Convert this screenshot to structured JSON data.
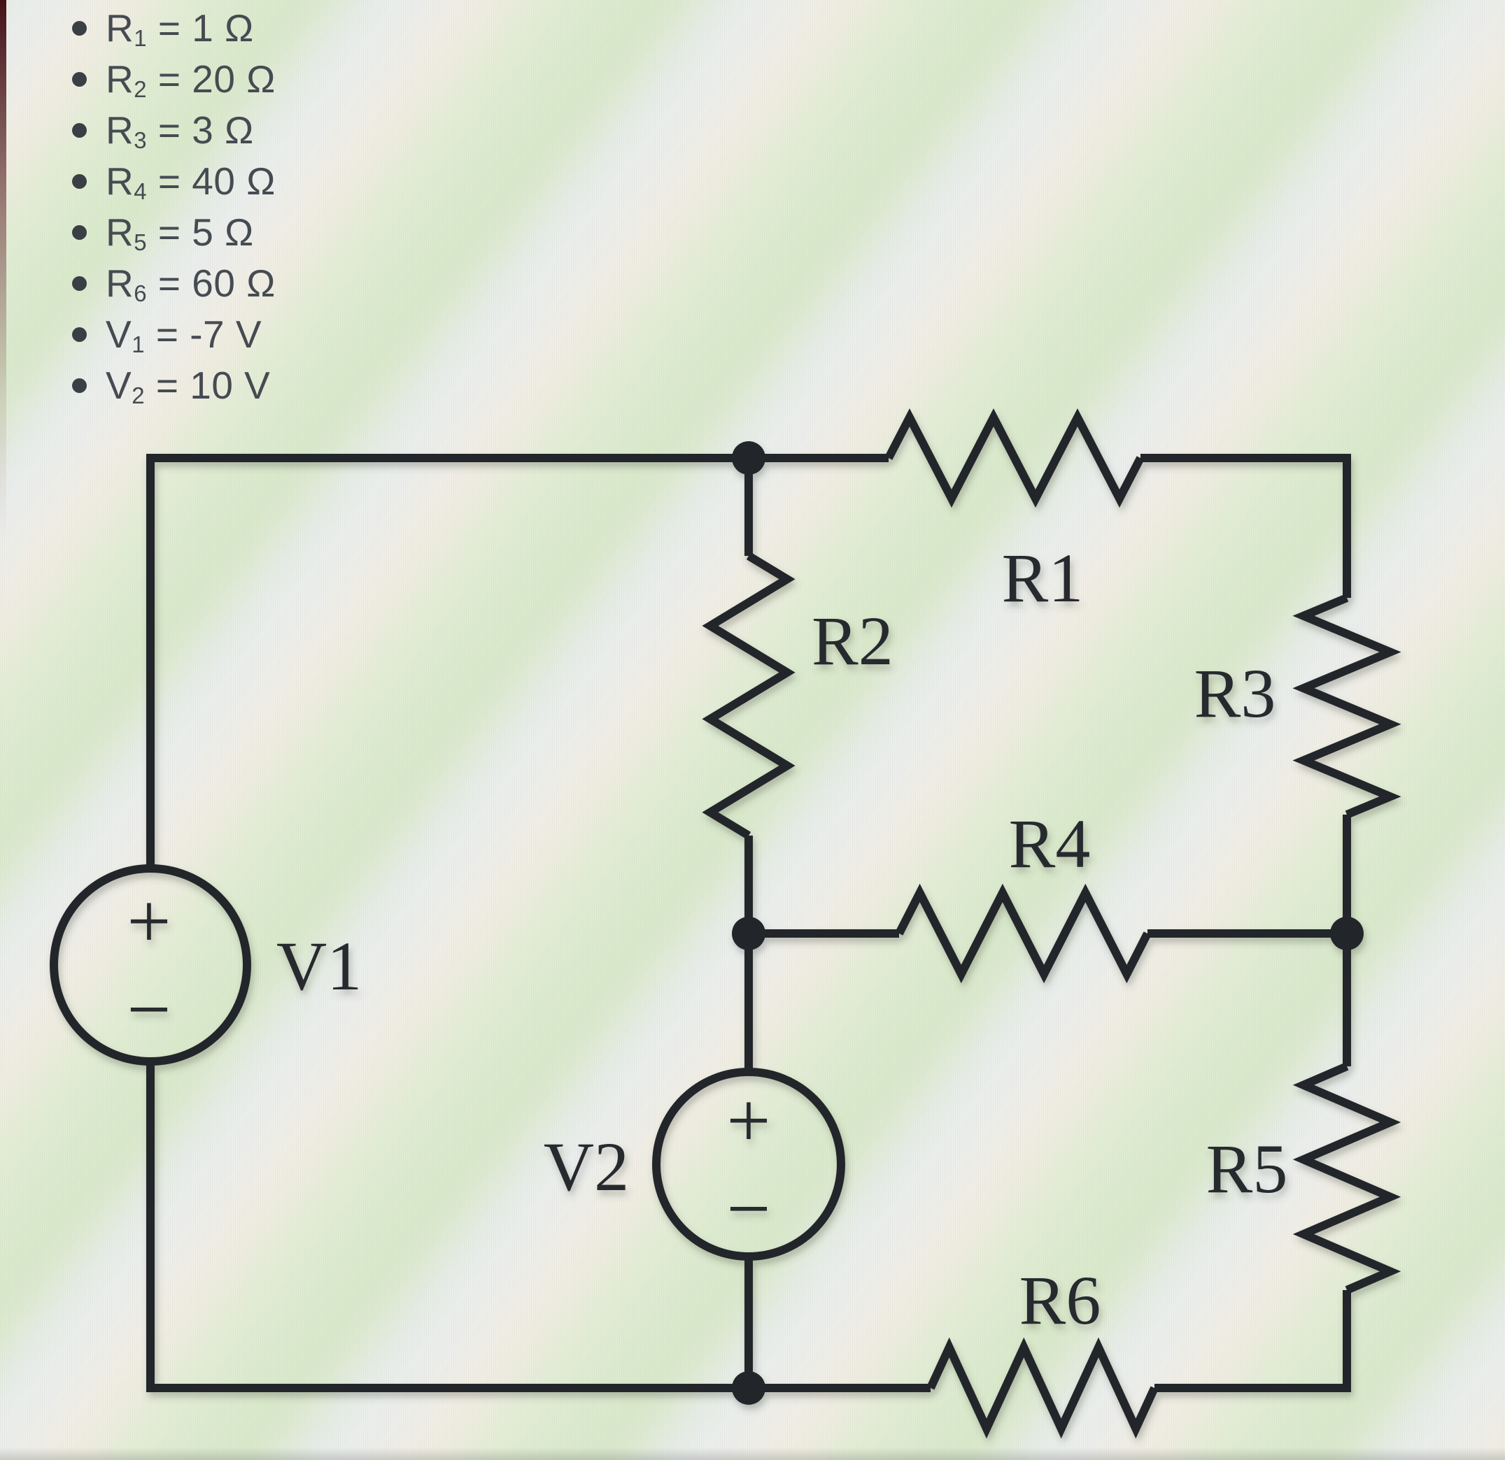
{
  "colors": {
    "background": "#e7ebdf",
    "wire": "#24272b",
    "label_text": "#26292e",
    "list_text": "#464b52"
  },
  "parameters": {
    "items": [
      {
        "name": "R",
        "sub": "1",
        "rest": " = 1 Ω"
      },
      {
        "name": "R",
        "sub": "2",
        "rest": " = 20 Ω"
      },
      {
        "name": "R",
        "sub": "3",
        "rest": " = 3 Ω"
      },
      {
        "name": "R",
        "sub": "4",
        "rest": " = 40 Ω"
      },
      {
        "name": "R",
        "sub": "5",
        "rest": " = 5 Ω"
      },
      {
        "name": "R",
        "sub": "6",
        "rest": " = 60 Ω"
      },
      {
        "name": "V",
        "sub": "1",
        "rest": " = -7 V"
      },
      {
        "name": "V",
        "sub": "2",
        "rest": " = 10 V"
      }
    ]
  },
  "circuit": {
    "resistor_labels": {
      "r1": "R1",
      "r2": "R2",
      "r3": "R3",
      "r4": "R4",
      "r5": "R5",
      "r6": "R6"
    },
    "source_labels": {
      "v1": "V1",
      "v2": "V2"
    },
    "symbols": {
      "plus": "+",
      "minus": "−"
    }
  }
}
